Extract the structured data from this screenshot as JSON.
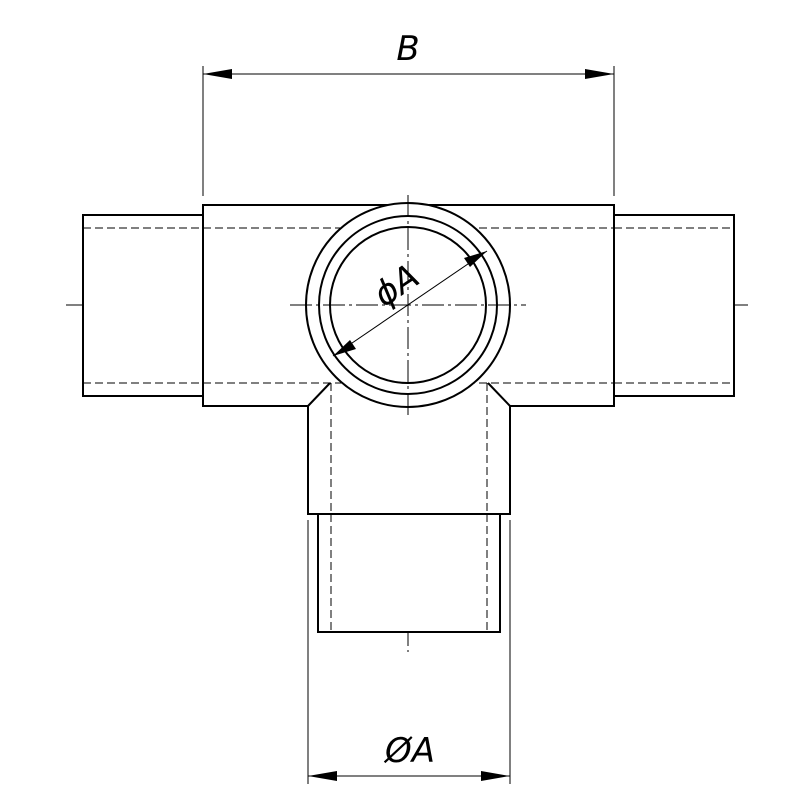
{
  "drawing": {
    "dimensions": {
      "width_label": "B",
      "diameter_label": "ϕA",
      "bottom_diameter_label": "ØA"
    },
    "ink_color": "#000000",
    "background_color": "#ffffff"
  }
}
